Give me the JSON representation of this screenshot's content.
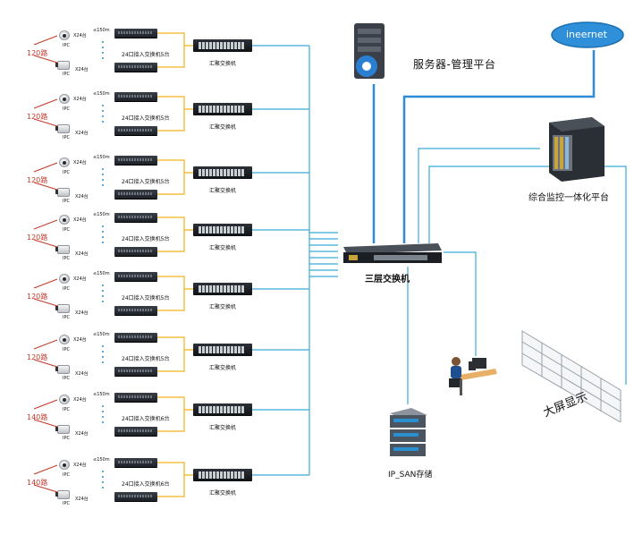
{
  "diagram": {
    "nodes": {
      "server": "服务器-管理平台",
      "internet": "ineernet",
      "integrated_platform": "综合监控一体化平台",
      "core_switch": "三层交换机",
      "storage": "IP_SAN存储",
      "video_wall": "大屏显示"
    },
    "colors": {
      "backbone_link": "#2e8bd6",
      "uplink_cyan": "#3aa9d8",
      "poe_link": "#f2b21b",
      "camera_arrow": "#c0392b",
      "internet_border": "#2b8fd0"
    },
    "groups": [
      {
        "camera_count": "120路",
        "access_label": "24口接入交换机5台",
        "agg_label": "汇聚交换机",
        "cam_label_top": "X24台",
        "cam_label_bottom": "X24台",
        "ipc": "IPC",
        "distance": "≤150m"
      },
      {
        "camera_count": "120路",
        "access_label": "24口接入交换机5台",
        "agg_label": "汇聚交换机",
        "cam_label_top": "X24台",
        "cam_label_bottom": "X24台",
        "ipc": "IPC",
        "distance": "≤150m"
      },
      {
        "camera_count": "120路",
        "access_label": "24口接入交换机5台",
        "agg_label": "汇聚交换机",
        "cam_label_top": "X24台",
        "cam_label_bottom": "X24台",
        "ipc": "IPC",
        "distance": "≤150m"
      },
      {
        "camera_count": "120路",
        "access_label": "24口接入交换机5台",
        "agg_label": "汇聚交换机",
        "cam_label_top": "X24台",
        "cam_label_bottom": "X24台",
        "ipc": "IPC",
        "distance": "≤150m"
      },
      {
        "camera_count": "120路",
        "access_label": "24口接入交换机5台",
        "agg_label": "汇聚交换机",
        "cam_label_top": "X24台",
        "cam_label_bottom": "X24台",
        "ipc": "IPC",
        "distance": "≤150m"
      },
      {
        "camera_count": "120路",
        "access_label": "24口接入交换机5台",
        "agg_label": "汇聚交换机",
        "cam_label_top": "X24台",
        "cam_label_bottom": "X24台",
        "ipc": "IPC",
        "distance": "≤150m"
      },
      {
        "camera_count": "140路",
        "access_label": "24口接入交换机6台",
        "agg_label": "汇聚交换机",
        "cam_label_top": "X24台",
        "cam_label_bottom": "X24台",
        "ipc": "IPC",
        "distance": "≤150m"
      },
      {
        "camera_count": "140路",
        "access_label": "24口接入交换机6台",
        "agg_label": "汇聚交换机",
        "cam_label_top": "X24台",
        "cam_label_bottom": "X24台",
        "ipc": "IPC",
        "distance": "≤150m"
      }
    ]
  }
}
